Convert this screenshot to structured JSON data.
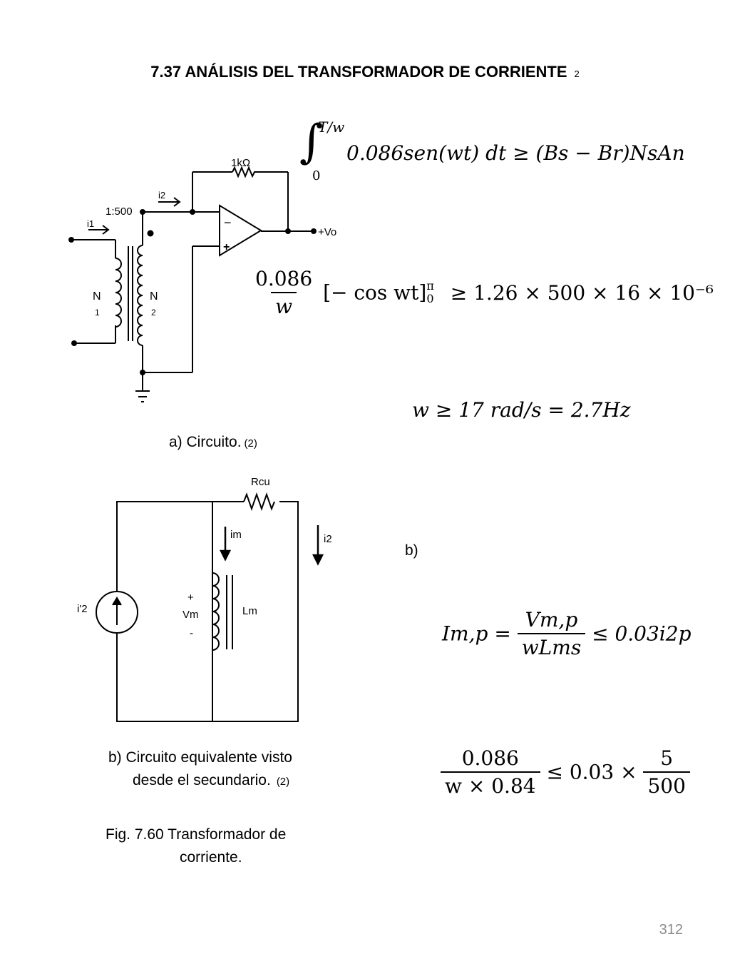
{
  "title": {
    "main": "7.37 ANÁLISIS   DEL TRANSFORMADOR DE CORRIENTE",
    "sub": "2"
  },
  "circuit_a": {
    "resistor_label": "1kΩ",
    "ratio_label": "1:500",
    "i1_label": "i1",
    "i2_label": "i2",
    "n1_label": "N",
    "n1_sub": "1",
    "n2_label": "N",
    "n2_sub": "2",
    "output_label": "+Vo",
    "minus_label": "−",
    "plus_label": "+",
    "caption": "a) Circuito.",
    "caption_ref": "(2)"
  },
  "circuit_b": {
    "rcu_label": "Rcu",
    "im_label": "im",
    "i2_label": "i2",
    "source_label": "i'2",
    "vm_plus": "+",
    "vm_label": "Vm",
    "vm_minus": "-",
    "lm_label": "Lm",
    "caption_line1": "b) Circuito equivalente visto",
    "caption_line2": "desde el secundario.",
    "caption_ref": "(2)"
  },
  "equations": {
    "eq1": {
      "upper_limit": "T/w",
      "lower_limit": "0",
      "body": "0.086sen(wt) dt ≥ (Bs − Br)NsAn"
    },
    "eq2": {
      "numerator": "0.086",
      "denominator": "w",
      "body": "[− cos wt]",
      "upper": "π",
      "lower": "0",
      "rhs": "≥ 1.26 × 500 × 16 × 10⁻⁶"
    },
    "eq3": {
      "text": "w ≥ 17 rad/s = 2.7Hz"
    },
    "part_b_label": "b)",
    "eq4": {
      "lhs": "Im,p =",
      "numerator": "Vm,p",
      "denominator": "wLms",
      "rhs": "≤ 0.03i2p"
    },
    "eq5": {
      "numerator1": "0.086",
      "denominator1": "w × 0.84",
      "middle": "≤ 0.03 ×",
      "numerator2": "5",
      "denominator2": "500"
    }
  },
  "figure_caption": {
    "line1": "Fig.  7.60 Transformador de",
    "line2": "corriente."
  },
  "page_number": "312"
}
